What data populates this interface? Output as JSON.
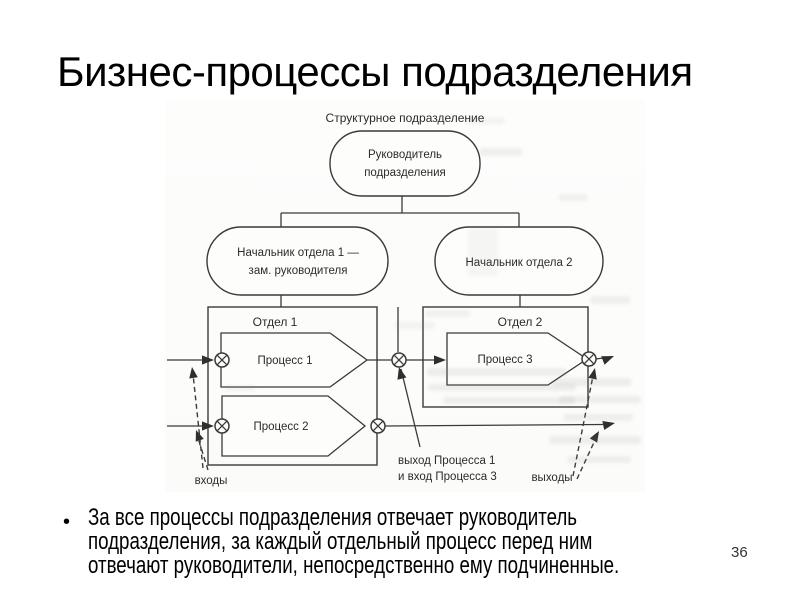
{
  "slide": {
    "title": "Бизнес-процессы подразделения",
    "page_number": "36",
    "bullet_marker": "•",
    "bullet_lines": [
      "За все процессы подразделения отвечает руководитель",
      "подразделения, за каждый отдельный процесс перед ним",
      "отвечают руководители, непосредственно ему подчиненные."
    ]
  },
  "diagram": {
    "caption": "Структурное подразделение",
    "unit_head": {
      "line1": "Руководитель",
      "line2": "подразделения"
    },
    "dept1_head": {
      "line1": "Начальник отдела 1 —",
      "line2": "зам. руководителя"
    },
    "dept2_head": {
      "label": "Начальник отдела 2"
    },
    "dept1_label": "Отдел 1",
    "dept2_label": "Отдел 2",
    "process1_label": "Процесс 1",
    "process2_label": "Процесс 2",
    "process3_label": "Процесс 3",
    "inputs_label": "входы",
    "outputs_label": "выходы",
    "io_note": {
      "line1": "выход Процесса 1",
      "line2": "и вход Процесса 3"
    },
    "icons": {
      "crossed_circle_marker": "⊗"
    }
  },
  "colors": {
    "ink": "#3a3a3a",
    "slide_bg": "#ffffff",
    "scan_bg": "#fbfbf9"
  }
}
